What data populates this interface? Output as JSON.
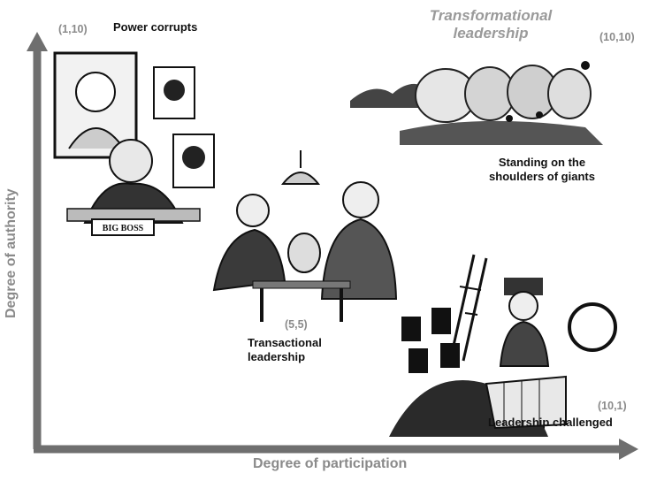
{
  "axes": {
    "x_title": "Degree of participation",
    "y_title": "Degree of authority"
  },
  "quadrants": {
    "top_left": {
      "coord": "(1,10)",
      "caption": "Power corrupts"
    },
    "top_right": {
      "coord": "(10,10)",
      "title_line1": "Transformational",
      "title_line2": "leadership",
      "caption_line1": "Standing on the",
      "caption_line2": "shoulders of giants"
    },
    "center": {
      "coord": "(5,5)",
      "caption_line1": "Transactional",
      "caption_line2": "leadership"
    },
    "bottom_right": {
      "coord": "(10,1)",
      "caption": "Leadership challenged"
    }
  },
  "illustrations": {
    "top_left": "big-boss-cartoon",
    "top_right": "giants-cartoon",
    "center": "handshake-cartoon",
    "bottom_right": "protest-cartoon",
    "desk_sign": "BIG BOSS"
  }
}
